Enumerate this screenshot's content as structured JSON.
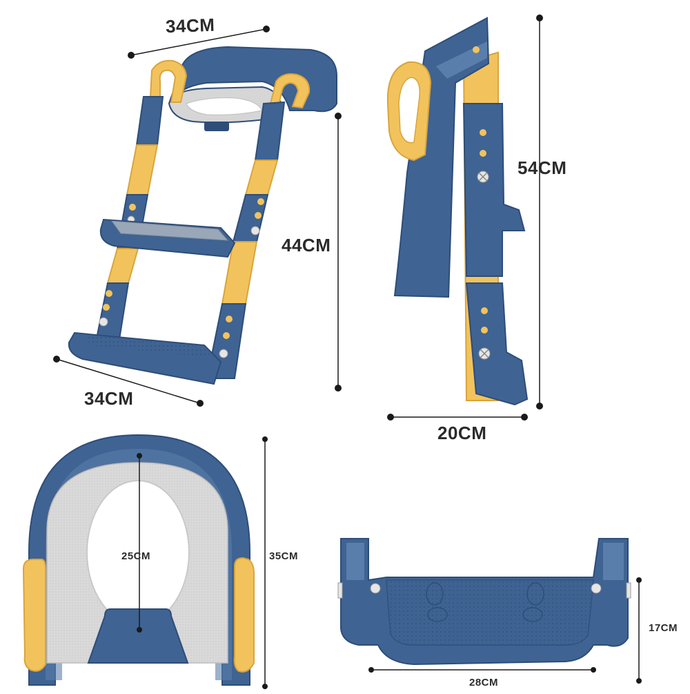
{
  "colors": {
    "blue": "#3f6392",
    "blue_dark": "#2e4d78",
    "blue_light": "#5a7eab",
    "yellow": "#f2c35c",
    "yellow_dark": "#d9a43b",
    "gray_pad": "#d6d6d6",
    "line": "#1a1a1a"
  },
  "dimensions": {
    "ladder_top_width": "34CM",
    "ladder_bottom_width": "34CM",
    "ladder_height": "44CM",
    "side_height": "54CM",
    "side_depth": "20CM",
    "seat_opening": "25CM",
    "seat_length": "35CM",
    "step_width": "28CM",
    "step_height": "17CM"
  }
}
